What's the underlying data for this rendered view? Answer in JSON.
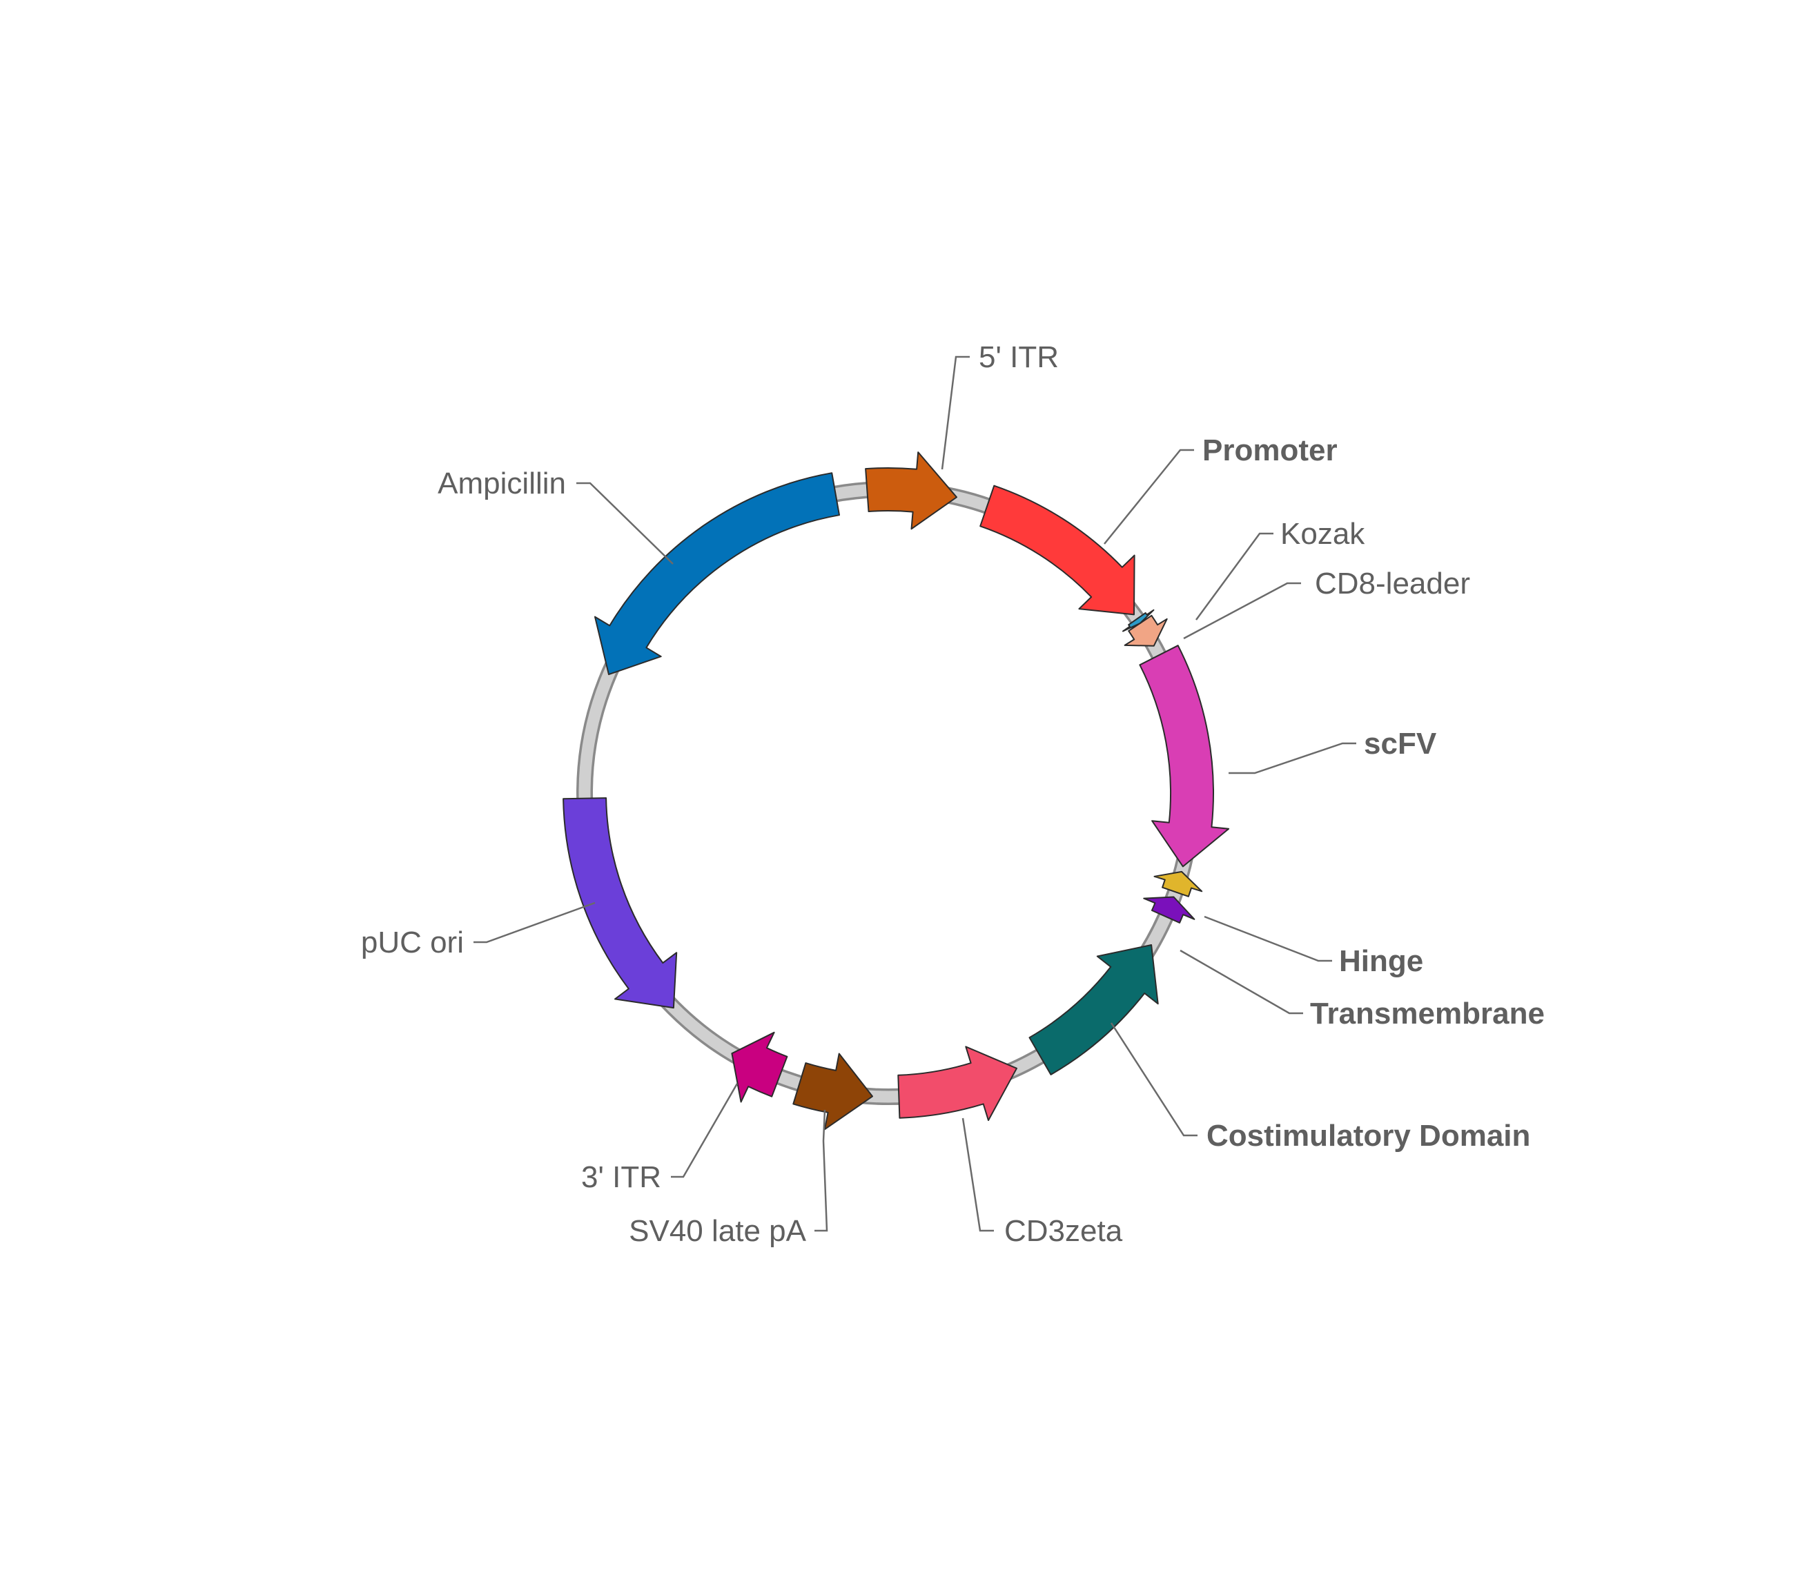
{
  "plasmid": {
    "features": [
      {
        "id": "itr5",
        "name": "5' ITR",
        "bold": false,
        "color": "#cc5c0e",
        "direction": "cw",
        "start_deg": -4,
        "end_deg": 13,
        "width": 62,
        "outline": true
      },
      {
        "id": "prom",
        "name": "Promoter",
        "bold": true,
        "color": "#ff3a3a",
        "direction": "cw",
        "start_deg": 19,
        "end_deg": 54,
        "width": 62,
        "outline": false
      },
      {
        "id": "kozak",
        "name": "Kozak",
        "bold": false,
        "color": "#2b9bc8",
        "direction": "cw",
        "start_deg": 55,
        "end_deg": 56,
        "width": 30,
        "outline": true
      },
      {
        "id": "cd8",
        "name": "CD8-leader",
        "bold": false,
        "color": "#f1a585",
        "direction": "cw",
        "start_deg": 56,
        "end_deg": 61,
        "width": 40,
        "outline": true
      },
      {
        "id": "scfv",
        "name": "scFV",
        "bold": true,
        "color": "#d93eb4",
        "direction": "cw",
        "start_deg": 63,
        "end_deg": 104,
        "width": 62,
        "outline": false
      },
      {
        "id": "hinge",
        "name": "Hinge",
        "bold": true,
        "color": "#e0b52c",
        "direction": "ccw",
        "start_deg": 105,
        "end_deg": 109,
        "width": 40,
        "outline": false
      },
      {
        "id": "tm",
        "name": "Transmembrane",
        "bold": true,
        "color": "#7a10bb",
        "direction": "ccw",
        "start_deg": 110,
        "end_deg": 114,
        "width": 44,
        "outline": false
      },
      {
        "id": "costim",
        "name": "Costimulatory Domain",
        "bold": true,
        "color": "#0a6b6b",
        "direction": "ccw",
        "start_deg": 120,
        "end_deg": 150,
        "width": 62,
        "outline": false
      },
      {
        "id": "cd3z",
        "name": "CD3zeta",
        "bold": false,
        "color": "#f24d6b",
        "direction": "ccw",
        "start_deg": 155,
        "end_deg": 178,
        "width": 62,
        "outline": true
      },
      {
        "id": "sv40",
        "name": "SV40 late pA",
        "bold": false,
        "color": "#8e4407",
        "direction": "ccw",
        "start_deg": 183,
        "end_deg": 197,
        "width": 62,
        "outline": true
      },
      {
        "id": "itr3",
        "name": "3' ITR",
        "bold": false,
        "color": "#c90080",
        "direction": "cw",
        "start_deg": 201,
        "end_deg": 211,
        "width": 62,
        "outline": true
      },
      {
        "id": "puc",
        "name": "pUC ori",
        "bold": false,
        "color": "#6b3fd9",
        "direction": "ccw",
        "start_deg": 225,
        "end_deg": 269,
        "width": 62,
        "outline": true
      },
      {
        "id": "amp",
        "name": "Ampicillin",
        "bold": false,
        "color": "#0272b8",
        "direction": "ccw",
        "start_deg": 293,
        "end_deg": 350,
        "width": 62,
        "outline": true
      }
    ]
  }
}
